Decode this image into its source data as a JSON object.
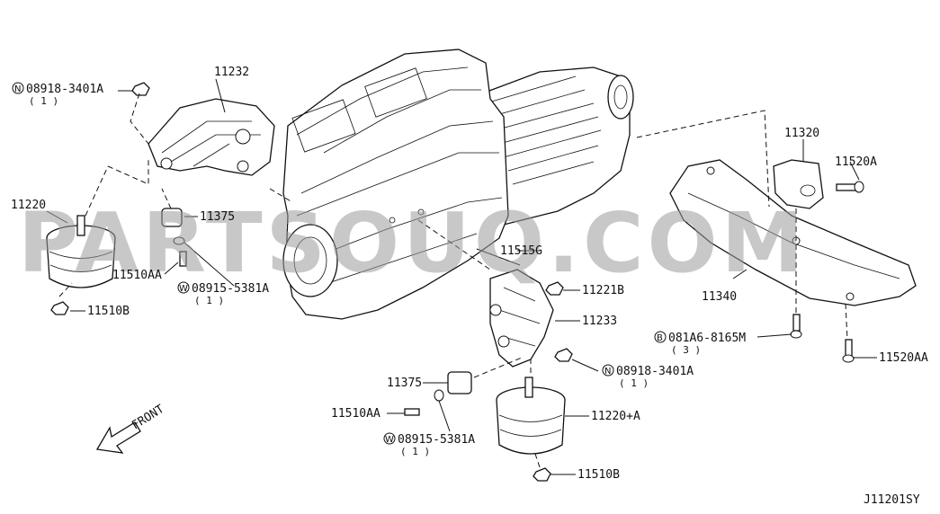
{
  "diagram": {
    "code": "J11201SY",
    "watermark": "PARTSOUQ.COM",
    "front_label": "FRONT",
    "labels": {
      "p_11232": "11232",
      "p_08918_3401A_top": "08918-3401A",
      "p_08918_3401A_top_qty": "( 1 )",
      "p_08918_3401A_top_prefix": "N",
      "p_11220": "11220",
      "p_11375_top": "11375",
      "p_11510AA_top": "11510AA",
      "p_08915_5381A_top": "08915-5381A",
      "p_08915_5381A_top_qty": "( 1 )",
      "p_08915_5381A_top_prefix": "W",
      "p_11510B_top": "11510B",
      "p_11515G": "11515G",
      "p_11221B": "11221B",
      "p_11233": "11233",
      "p_08918_3401A_bot": "08918-3401A",
      "p_08918_3401A_bot_qty": "( 1 )",
      "p_08918_3401A_bot_prefix": "N",
      "p_11375_bot": "11375",
      "p_11510AA_bot": "11510AA",
      "p_08915_5381A_bot": "08915-5381A",
      "p_08915_5381A_bot_qty": "( 1 )",
      "p_08915_5381A_bot_prefix": "W",
      "p_11220A": "11220+A",
      "p_11510B_bot": "11510B",
      "p_11320": "11320",
      "p_11520A": "11520A",
      "p_11340": "11340",
      "p_081A6_8165M": "081A6-8165M",
      "p_081A6_8165M_qty": "( 3 )",
      "p_081A6_8165M_prefix": "B",
      "p_11520AA": "11520AA"
    }
  }
}
